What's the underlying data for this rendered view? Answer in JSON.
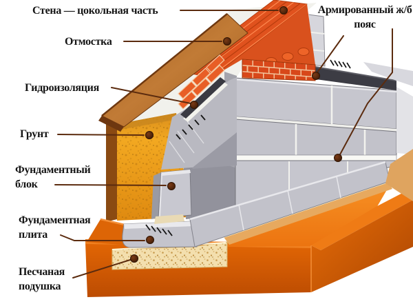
{
  "figure": {
    "type": "construction-diagram",
    "subject": "Схема фундамента (разрез): цоколь, отмостка, фундаментные блоки и плита",
    "language": "ru"
  },
  "labels": {
    "wall": "Стена — цокольная часть",
    "blind_area": "Отмостка",
    "waterproofing": "Гидроизоляция",
    "soil": "Грунт",
    "foundation_block": "Фундаментный блок",
    "foundation_slab": "Фундаментная плита",
    "sand_cushion": "Песчаная подушка",
    "reinforced_belt": "Армированный ж/б пояс"
  },
  "palette": {
    "background": "#FFFFFF",
    "label_text": "#141414",
    "leader_line": "#5B2B0E",
    "callout_dot": "#45200A",
    "ground_orange": "#DE6204",
    "ground_top_orange": "#F08020",
    "excavation_floor": "#F28419",
    "soil_amber": "#EDA21F",
    "soil_dark_edge": "#8A4A12",
    "sand_beige": "#F3DFAE",
    "concrete_grey": "#C6C6CE",
    "belt_white": "#F8F8F4",
    "belt_plate_dark": "#3C3C44",
    "waterproofing_dark": "#3A3A42",
    "brick_red": "#E0521E",
    "blind_area_brown": "#AE6423"
  }
}
